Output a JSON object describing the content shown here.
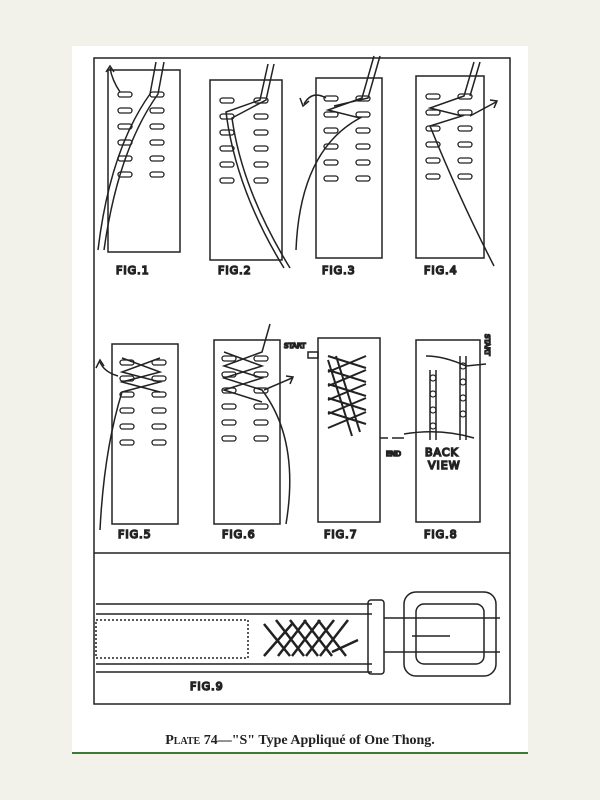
{
  "plate": {
    "caption_prefix": "Plate 74",
    "caption_title": "—\"S\" Type Appliqué of One Thong."
  },
  "figures": [
    {
      "label": "FIG.1"
    },
    {
      "label": "FIG.2"
    },
    {
      "label": "FIG.3"
    },
    {
      "label": "FIG.4"
    },
    {
      "label": "FIG.5"
    },
    {
      "label": "FIG.6"
    },
    {
      "label": "FIG.7"
    },
    {
      "label": "FIG.8"
    },
    {
      "label": "FIG.9"
    }
  ],
  "annotations": {
    "start_fig7": "START",
    "start_fig8": "START",
    "end_fig7": "END",
    "back_view_1": "BACK",
    "back_view_2": "VIEW"
  }
}
